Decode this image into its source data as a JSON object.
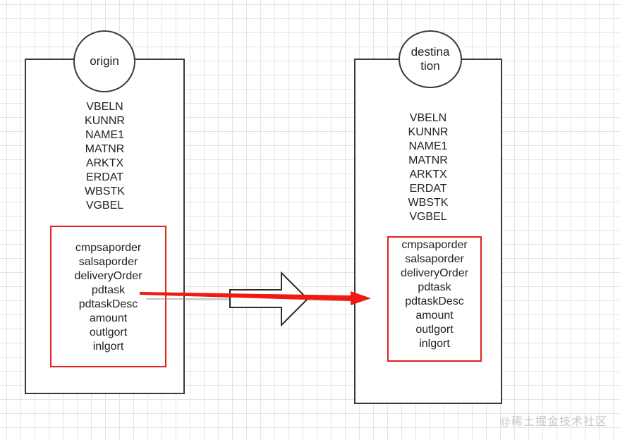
{
  "origin": {
    "label": "origin",
    "fields": [
      "VBELN",
      "KUNNR",
      "NAME1",
      "MATNR",
      "ARKTX",
      "ERDAT",
      "WBSTK",
      "VGBEL"
    ],
    "custom_fields": [
      "cmpsaporder",
      "salsaporder",
      "deliveryOrder",
      "pdtask",
      "pdtaskDesc",
      "amount",
      "outlgort",
      "inlgort"
    ]
  },
  "destination": {
    "label_line1": "destina",
    "label_line2": "tion",
    "fields": [
      "VBELN",
      "KUNNR",
      "NAME1",
      "MATNR",
      "ARKTX",
      "ERDAT",
      "WBSTK",
      "VGBEL"
    ],
    "custom_fields": [
      "cmpsaporder",
      "salsaporder",
      "deliveryOrder",
      "pdtask",
      "pdtaskDesc",
      "amount",
      "outlgort",
      "inlgort"
    ]
  },
  "watermark": "@稀土掘金技术社区",
  "colors": {
    "highlight": "#e0231c",
    "outline": "#3a3a3a"
  }
}
